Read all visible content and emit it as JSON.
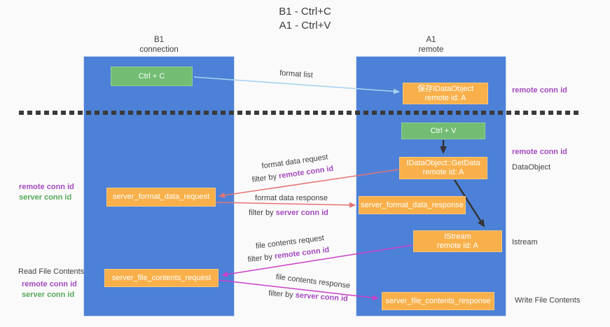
{
  "title": {
    "line1": "B1 - Ctrl+C",
    "line2": "A1 - Ctrl+V"
  },
  "lanes": {
    "b1": {
      "name": "B1",
      "role": "connection"
    },
    "a1": {
      "name": "A1",
      "role": "remote"
    }
  },
  "boxes": {
    "ctrl_c": {
      "label": "Ctrl + C"
    },
    "save_idataobject": {
      "line1": "保存IDataObject",
      "line2": "remote id: A"
    },
    "ctrl_v": {
      "label": "Ctrl + V"
    },
    "getdata": {
      "line1": "IDataObject::GetData",
      "line2": "remote id: A"
    },
    "format_request": {
      "label": "server_format_data_request"
    },
    "format_response": {
      "label": "server_format_data_response"
    },
    "istream": {
      "line1": "IStream",
      "line2": "remote id: A"
    },
    "file_request": {
      "label": "server_file_contents_request"
    },
    "file_response": {
      "label": "server_file_contents_response"
    }
  },
  "flow_labels": {
    "format_list": "format list",
    "format_data_request": "format data request",
    "format_data_response": "format data response",
    "file_contents_request": "file contents request",
    "file_contents_response": "file contents response",
    "filter_by": "filter by ",
    "remote_conn_id": "remote conn id",
    "server_conn_id": "server conn id"
  },
  "side_labels": {
    "remote_conn_id": "remote conn id",
    "server_conn_id": "server conn id",
    "dataobject": "DataObject",
    "istream": "Istream",
    "read_file_contents": "Read File Contents",
    "write_file_contents": "Write File Contents"
  },
  "colors": {
    "lane_blue": "#4d81d7",
    "box_green": "#72bd73",
    "box_orange": "#f9b04a",
    "arrow_lightblue": "#a6d2f0",
    "arrow_red": "#e57373",
    "arrow_magenta": "#ca3fc6",
    "arrow_black": "#333333",
    "text_purple": "#a44ac0",
    "text_green": "#55a959",
    "dashed_line": "#3a3a3a"
  }
}
